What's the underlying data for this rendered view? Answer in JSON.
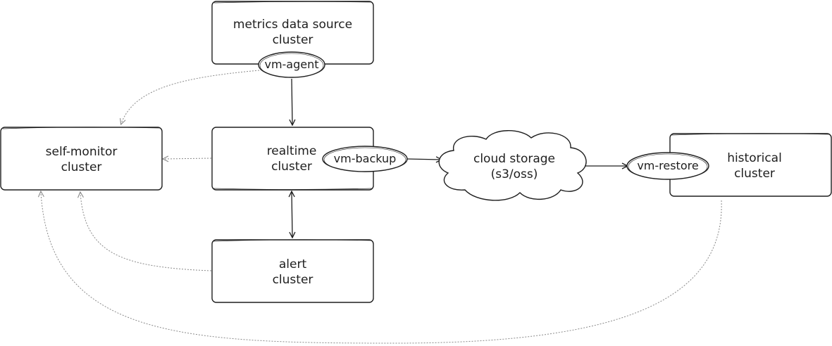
{
  "nodes": {
    "metrics_source": {
      "line1": "metrics data source",
      "line2": "cluster"
    },
    "self_monitor": {
      "line1": "self-monitor",
      "line2": "cluster"
    },
    "realtime": {
      "line1": "realtime",
      "line2": "cluster"
    },
    "alert": {
      "line1": "alert",
      "line2": "cluster"
    },
    "cloud_storage": {
      "line1": "cloud storage",
      "line2": "(s3/oss)"
    },
    "historical": {
      "line1": "historical",
      "line2": "cluster"
    }
  },
  "tags": {
    "vm_agent": "vm-agent",
    "vm_backup": "vm-backup",
    "vm_restore": "vm-restore"
  },
  "colors": {
    "stroke": "#1e1e1e",
    "dotted_edge": "#8a8a8a",
    "background": "#ffffff"
  }
}
